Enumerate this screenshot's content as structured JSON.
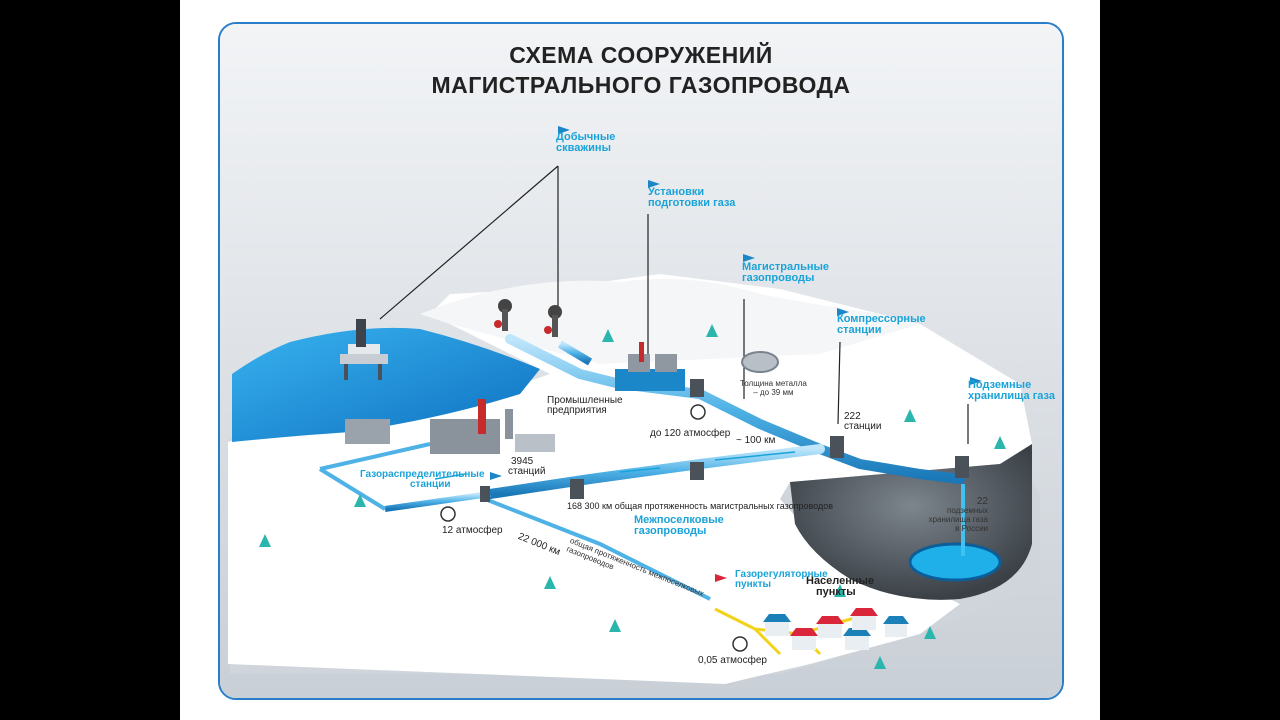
{
  "title": {
    "line1": "СХЕМА  СООРУЖЕНИЙ",
    "line2": "МАГИСТРАЛЬНОГО  ГАЗОПРОВОДА"
  },
  "labels": {
    "wells_1": "Добычные",
    "wells_2": "скважины",
    "prep_1": "Установки",
    "prep_2": "подготовки газа",
    "main_1": "Магистральные",
    "main_2": "газопроводы",
    "comp_1": "Компрессорные",
    "comp_2": "станции",
    "storage_1": "Подземные",
    "storage_2": "хранилища газа",
    "industry_1": "Промышленные",
    "industry_2": "предприятия",
    "distrib_1": "Газораспределительные",
    "distrib_2": "станции",
    "inter_1": "Межпоселковые",
    "inter_2": "газопроводы",
    "regul_1": "Газорегуляторные",
    "regul_2": "пункты",
    "settle_1": "Населенные",
    "settle_2": "пункты"
  },
  "values": {
    "thickness_1": "Толщина металла",
    "thickness_2": "– до 39 мм",
    "pressure_120": "до 120 атмосфер",
    "distance": "~ 100 км",
    "stations_222": "222",
    "stations_222_label": "станции",
    "stations_3945": "3945",
    "stations_3945_label": "станций",
    "length_main": "168 300 км",
    "length_main_label": "общая протяженность магистральных газопроводов",
    "pressure_12": "12 атмосфер",
    "length_inter": "22 000 км",
    "length_inter_label_1": "общая протяженность межпоселковых",
    "length_inter_label_2": "газопроводов",
    "storage_count": "22",
    "storage_count_label_1": "подземных",
    "storage_count_label_2": "хранилища газа",
    "storage_count_label_3": "в России",
    "pressure_005": "0,05 атмосфер"
  },
  "colors": {
    "frame": "#2a7dc9",
    "accent": "#1aa3d9",
    "pipe": "#5bb8e8",
    "water": "#1e8fd6",
    "ground": "#ffffff",
    "shadow": "#d6dbe0",
    "house_roof": "#d9263a"
  }
}
